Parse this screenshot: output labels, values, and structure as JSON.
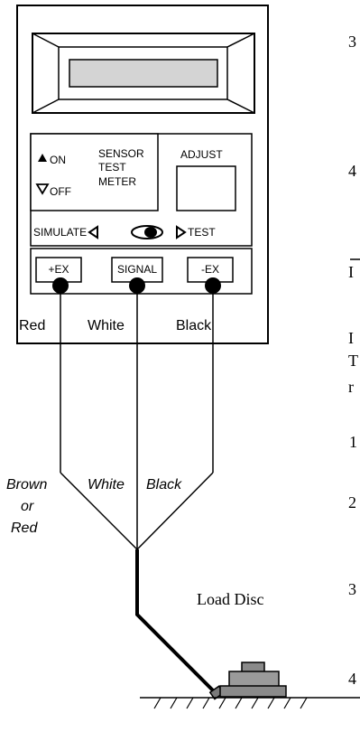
{
  "meter": {
    "on_label": "ON",
    "off_label": "OFF",
    "title_line1": "SENSOR",
    "title_line2": "TEST",
    "title_line3": "METER",
    "adjust_label": "ADJUST",
    "simulate_label": "SIMULATE",
    "test_label": "TEST",
    "terminals": [
      {
        "label": "+EX",
        "wire_color": "Red"
      },
      {
        "label": "SIGNAL",
        "wire_color": "White"
      },
      {
        "label": "-EX",
        "wire_color": "Black"
      }
    ]
  },
  "cable": {
    "left_line1": "Brown",
    "left_line2": "or",
    "left_line3": "Red",
    "middle": "White",
    "right": "Black"
  },
  "load_disc_label": "Load Disc",
  "margin_text": {
    "items": [
      "3",
      "4",
      "1",
      "2",
      "3",
      "4"
    ],
    "fragments": [
      "I",
      "I",
      "T",
      "r"
    ]
  }
}
